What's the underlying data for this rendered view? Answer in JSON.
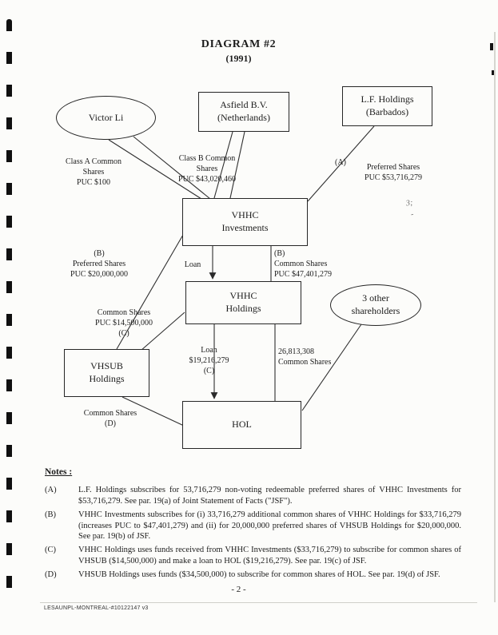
{
  "page": {
    "title": "DIAGRAM #2",
    "year": "(1991)",
    "page_number": "- 2 -",
    "footer": "LESAUNPL-MONTREAL-#10122147 v3"
  },
  "nodes": {
    "victor_li": "Victor Li",
    "asfield": "Asfield B.V.\n(Netherlands)",
    "lf_holdings": "L.F. Holdings\n(Barbados)",
    "vhhc_investments": "VHHC\nInvestments",
    "vhhc_holdings": "VHHC\nHoldings",
    "other_shareholders": "3 other\nshareholders",
    "vhsub_holdings": "VHSUB\nHoldings",
    "hol": "HOL"
  },
  "edge_labels": {
    "class_a_shares": "Class A Common\nShares\nPUC $100",
    "class_b_shares": "Class B Common\nShares\nPUC $43,020,460",
    "a_marker": "(A)",
    "preferred_shares_a": "Preferred Shares\nPUC $53,716,279",
    "preferred_shares_b": "(B)\nPreferred Shares\nPUC $20,000,000",
    "loan_upper": "Loan",
    "common_shares_b": "(B)\nCommon Shares\nPUC $47,401,279",
    "common_shares_c": "Common Shares\nPUC $14,500,000\n(C)",
    "loan_lower": "Loan\n$19,216,279\n(C)",
    "common_shares_26m": "26,813,308\nCommon Shares",
    "common_shares_d": "Common Shares\n(D)"
  },
  "artifacts": {
    "margin_mark_1": "3;",
    "margin_mark_2": "-"
  },
  "notes": {
    "heading": "Notes :",
    "items": [
      {
        "label": "(A)",
        "text": "L.F. Holdings subscribes for 53,716,279 non-voting redeemable preferred shares of VHHC Investments for $53,716,279. See par. 19(a) of Joint Statement of Facts (\"JSF\")."
      },
      {
        "label": "(B)",
        "text": "VHHC Investments subscribes for (i) 33,716,279 additional common shares of VHHC Holdings for $33,716,279 (increases PUC to $47,401,279) and (ii) for 20,000,000 preferred shares of VHSUB Holdings for $20,000,000. See par. 19(b) of JSF."
      },
      {
        "label": "(C)",
        "text": "VHHC Holdings uses funds received from VHHC Investments ($33,716,279) to subscribe for common shares of VHSUB ($14,500,000) and make a loan to HOL ($19,216,279). See par. 19(c) of JSF."
      },
      {
        "label": "(D)",
        "text": "VHSUB Holdings uses funds ($34,500,000) to subscribe for common shares of HOL. See par. 19(d) of JSF."
      }
    ]
  }
}
